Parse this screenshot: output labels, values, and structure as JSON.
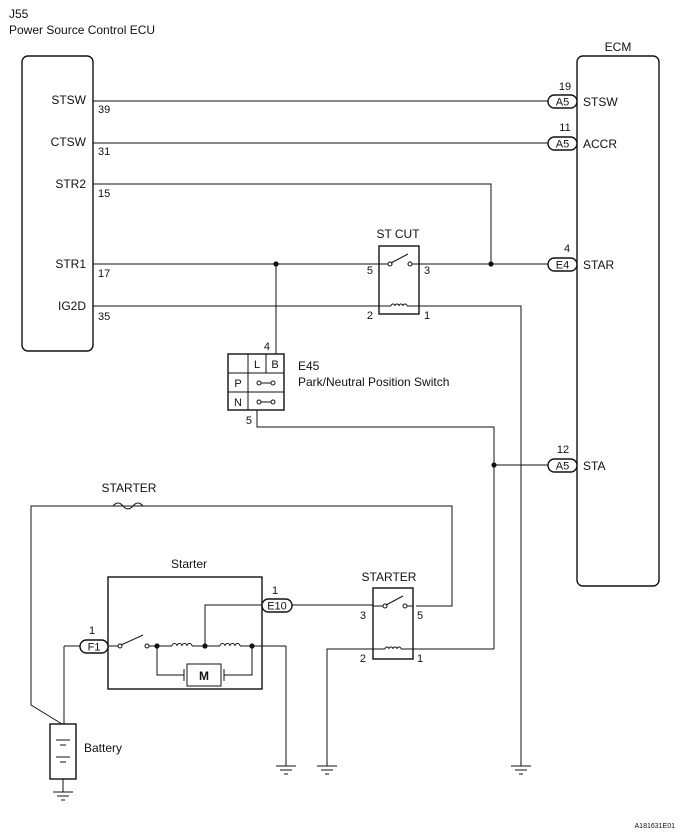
{
  "header": {
    "code": "J55",
    "title": "Power Source Control ECU"
  },
  "ecu": {
    "pins": [
      {
        "name": "STSW",
        "num": "39"
      },
      {
        "name": "CTSW",
        "num": "31"
      },
      {
        "name": "STR2",
        "num": "15"
      },
      {
        "name": "STR1",
        "num": "17"
      },
      {
        "name": "IG2D",
        "num": "35"
      }
    ]
  },
  "ecm": {
    "title": "ECM",
    "pins": [
      {
        "num": "19",
        "connector": "A5",
        "name": "STSW"
      },
      {
        "num": "11",
        "connector": "A5",
        "name": "ACCR"
      },
      {
        "num": "4",
        "connector": "E4",
        "name": "STAR"
      },
      {
        "num": "12",
        "connector": "A5",
        "name": "STA"
      }
    ]
  },
  "st_cut": {
    "title": "ST CUT",
    "pins": [
      "5",
      "3",
      "2",
      "1"
    ]
  },
  "pnp": {
    "code": "E45",
    "title": "Park/Neutral Position Switch",
    "top_pin": "4",
    "bottom_pin": "5",
    "cols": [
      "L",
      "B"
    ],
    "rows": [
      "P",
      "N"
    ]
  },
  "fuse": {
    "label": "STARTER"
  },
  "starter": {
    "title": "Starter",
    "f1_pin": "1",
    "f1": "F1",
    "e10_pin": "1",
    "e10": "E10",
    "motor": "M"
  },
  "starter_relay": {
    "title": "STARTER",
    "pins": [
      "3",
      "5",
      "2",
      "1"
    ]
  },
  "battery": {
    "label": "Battery"
  },
  "footer": {
    "code": "A181631E01"
  }
}
